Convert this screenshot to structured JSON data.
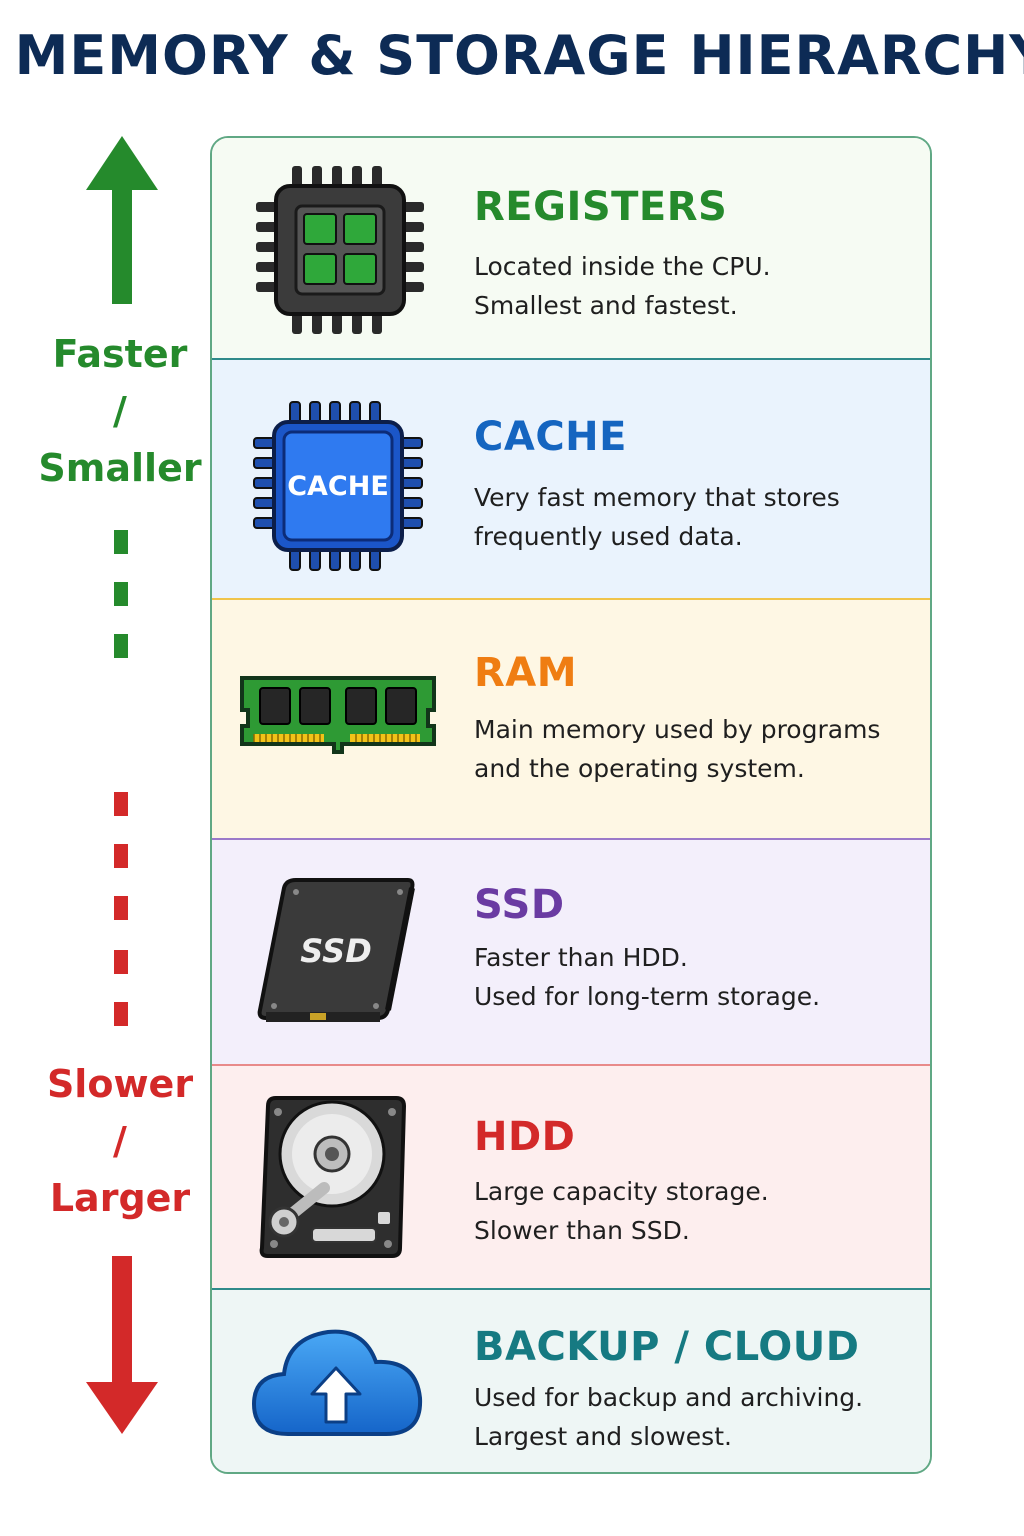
{
  "title": "MEMORY & STORAGE HIERARCHY",
  "axis": {
    "top_label": [
      "Faster",
      "/",
      "Smaller"
    ],
    "bottom_label": [
      "Slower",
      "/",
      "Larger"
    ],
    "top_color": "#258a2c",
    "bottom_color": "#d32929"
  },
  "tiers": [
    {
      "name": "REGISTERS",
      "color": "#258a2c",
      "bg": "#f6fbf3",
      "icon": "cpu-chip-icon",
      "lines": [
        "Located inside the CPU.",
        "Smallest and fastest."
      ]
    },
    {
      "name": "CACHE",
      "color": "#1565c0",
      "bg": "#eaf3fd",
      "icon": "cache-chip-icon",
      "icon_text": "CACHE",
      "lines": [
        "Very fast memory that stores",
        "frequently used data."
      ]
    },
    {
      "name": "RAM",
      "color": "#ef7d12",
      "bg": "#fef7e4",
      "icon": "ram-module-icon",
      "lines": [
        "Main memory used by programs",
        "and the operating system."
      ]
    },
    {
      "name": "SSD",
      "color": "#6a3ba2",
      "bg": "#f3effb",
      "icon": "ssd-drive-icon",
      "icon_text": "SSD",
      "lines": [
        "Faster than HDD.",
        "Used for long-term storage."
      ]
    },
    {
      "name": "HDD",
      "color": "#d32929",
      "bg": "#fdeeee",
      "icon": "hard-disk-icon",
      "lines": [
        "Large capacity storage.",
        "Slower than SSD."
      ]
    },
    {
      "name": "BACKUP / CLOUD",
      "color": "#167a82",
      "bg": "#eef6f5",
      "icon": "cloud-upload-icon",
      "lines": [
        "Used for backup and archiving.",
        "Largest and slowest."
      ]
    }
  ]
}
